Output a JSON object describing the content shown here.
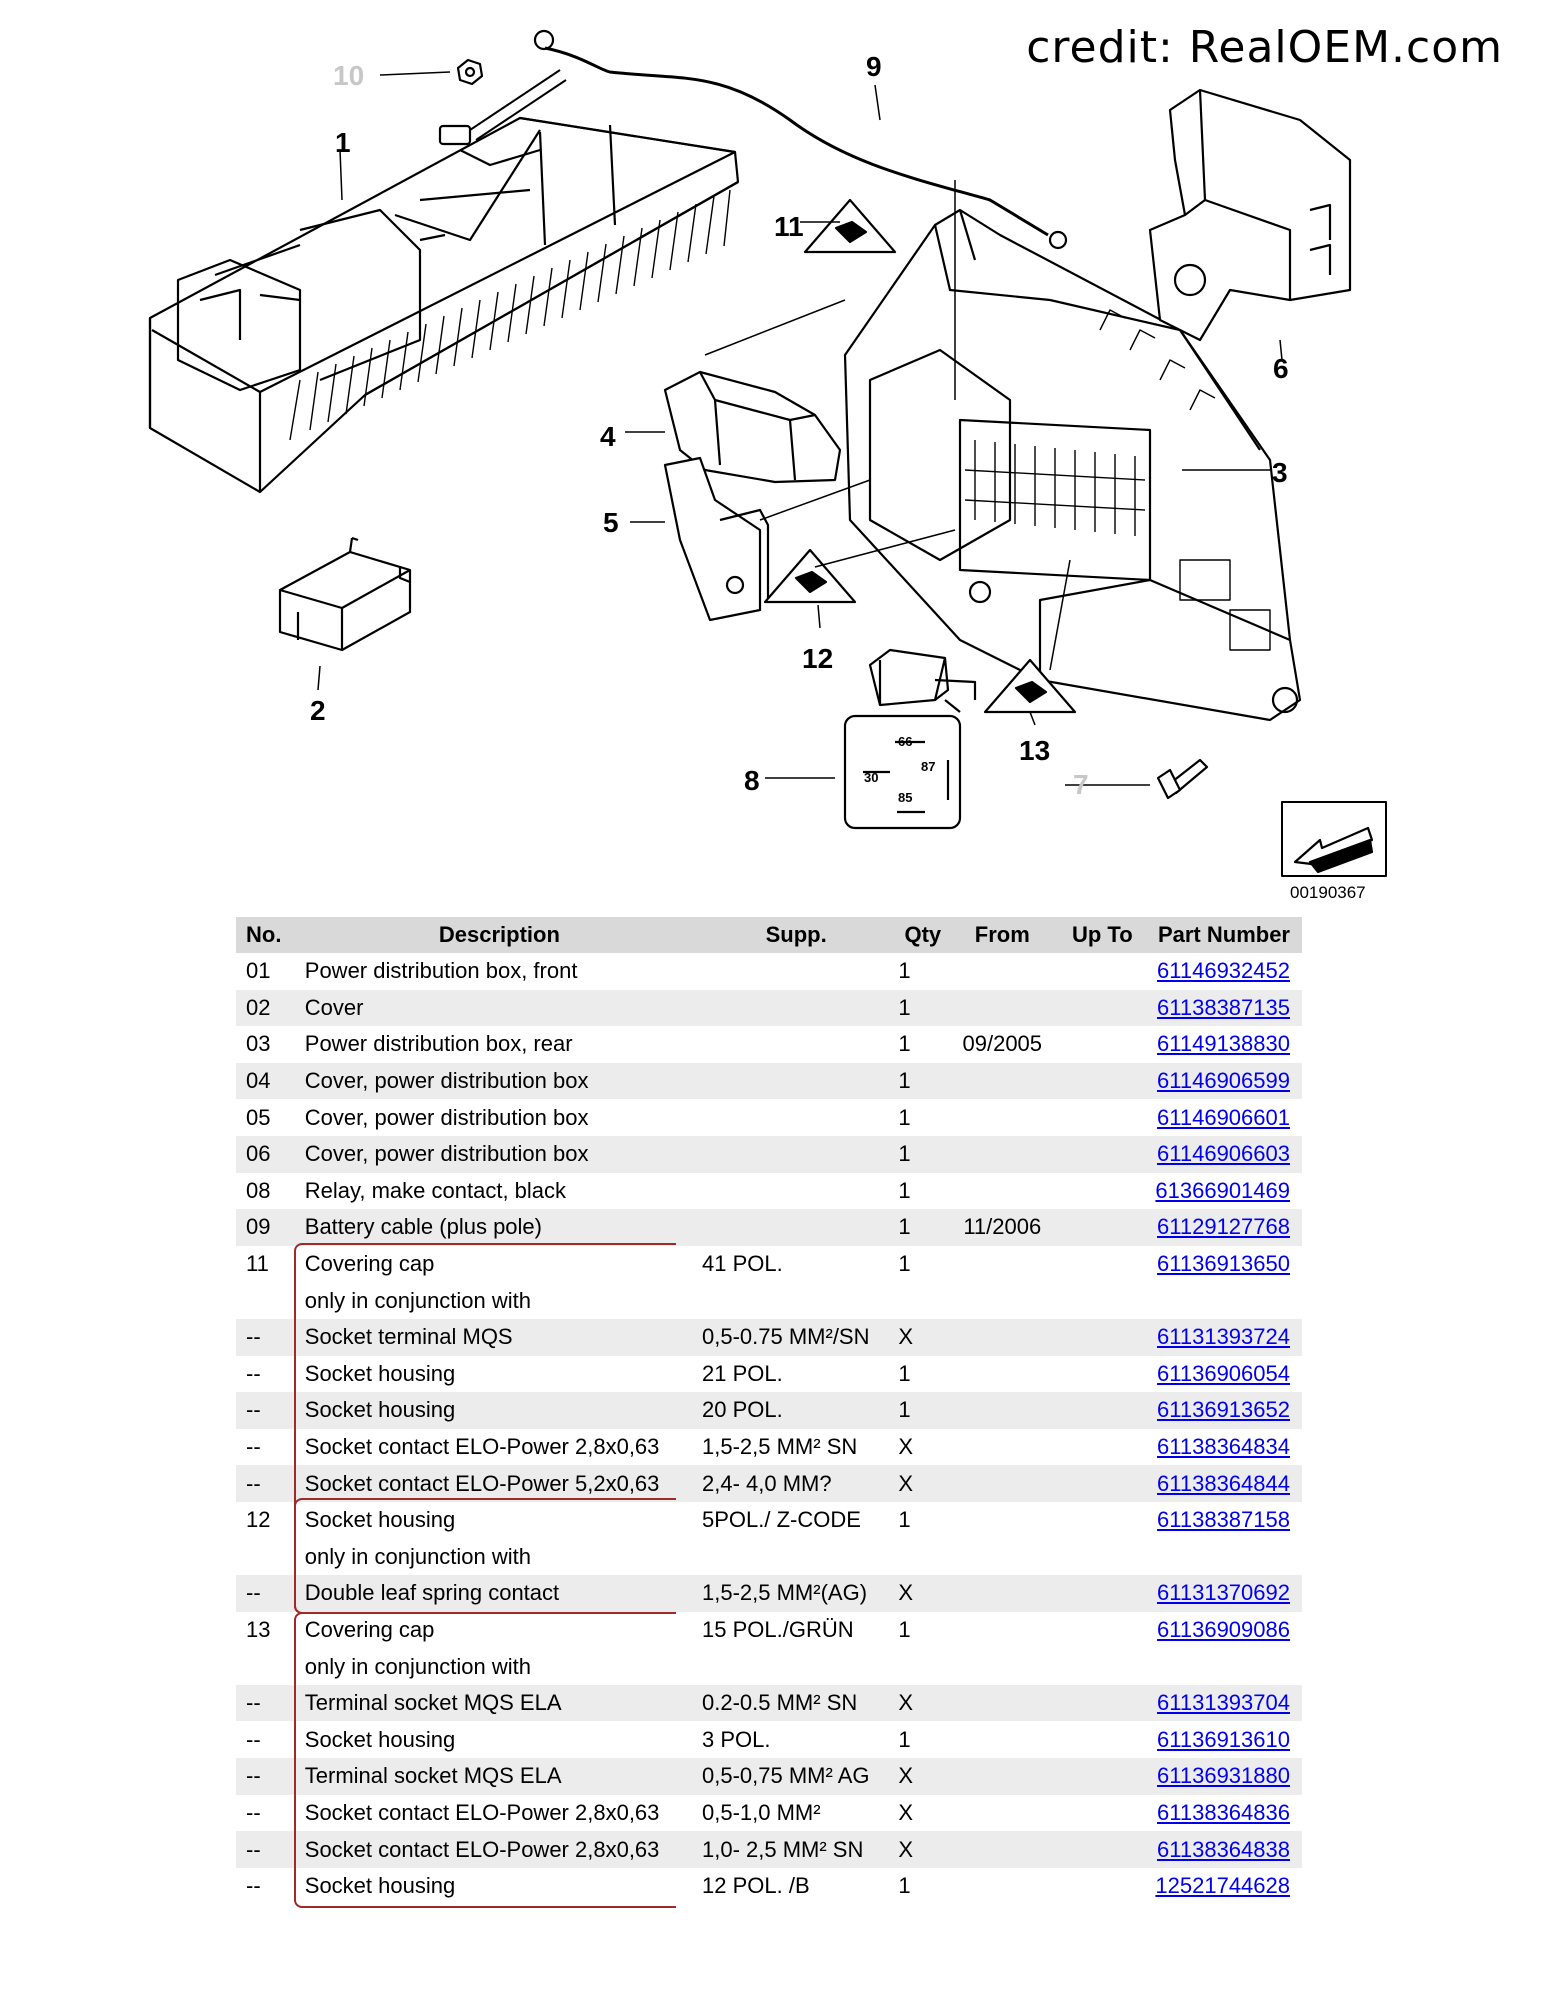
{
  "credit": "credit: RealOEM.com",
  "diagram_code": "00190367",
  "callouts": {
    "c1": "1",
    "c2": "2",
    "c3": "3",
    "c4": "4",
    "c5": "5",
    "c6": "6",
    "c7": "7",
    "c8": "8",
    "c9": "9",
    "c10": "10",
    "c11": "11",
    "c12": "12",
    "c13": "13"
  },
  "relay_pins": {
    "p66": "66",
    "p87": "87",
    "p30": "30",
    "p85": "85"
  },
  "colors": {
    "header_bg": "#d9d9d9",
    "row_alt": "#ececec",
    "link": "#0000ee",
    "bracket": "#9e2a2a"
  },
  "table": {
    "headers": {
      "no": "No.",
      "desc": "Description",
      "supp": "Supp.",
      "qty": "Qty",
      "from": "From",
      "upto": "Up To",
      "part": "Part Number"
    },
    "rows": [
      {
        "no": "01",
        "desc": "Power distribution box, front",
        "supp": "",
        "qty": "1",
        "from": "",
        "upto": "",
        "part": "61146932452"
      },
      {
        "no": "02",
        "desc": "Cover",
        "supp": "",
        "qty": "1",
        "from": "",
        "upto": "",
        "part": "61138387135"
      },
      {
        "no": "03",
        "desc": "Power distribution box, rear",
        "supp": "",
        "qty": "1",
        "from": "09/2005",
        "upto": "",
        "part": "61149138830"
      },
      {
        "no": "04",
        "desc": "Cover, power distribution box",
        "supp": "",
        "qty": "1",
        "from": "",
        "upto": "",
        "part": "61146906599"
      },
      {
        "no": "05",
        "desc": "Cover, power distribution box",
        "supp": "",
        "qty": "1",
        "from": "",
        "upto": "",
        "part": "61146906601"
      },
      {
        "no": "06",
        "desc": "Cover, power distribution box",
        "supp": "",
        "qty": "1",
        "from": "",
        "upto": "",
        "part": "61146906603"
      },
      {
        "no": "08",
        "desc": "Relay, make contact, black",
        "supp": "",
        "qty": "1",
        "from": "",
        "upto": "",
        "part": "61366901469"
      },
      {
        "no": "09",
        "desc": "Battery cable (plus pole)",
        "supp": "",
        "qty": "1",
        "from": "11/2006",
        "upto": "",
        "part": "61129127768"
      },
      {
        "no": "11",
        "desc": "Covering cap",
        "supp": "41 POL.",
        "qty": "1",
        "from": "",
        "upto": "",
        "part": "61136913650"
      },
      {
        "no": "",
        "desc": "only in conjunction with",
        "supp": "",
        "qty": "",
        "from": "",
        "upto": "",
        "part": ""
      },
      {
        "no": "--",
        "desc": "Socket terminal MQS",
        "supp": "0,5-0.75 MM²/SN",
        "qty": "X",
        "from": "",
        "upto": "",
        "part": "61131393724"
      },
      {
        "no": "--",
        "desc": "Socket housing",
        "supp": "21 POL.",
        "qty": "1",
        "from": "",
        "upto": "",
        "part": "61136906054"
      },
      {
        "no": "--",
        "desc": "Socket housing",
        "supp": "20 POL.",
        "qty": "1",
        "from": "",
        "upto": "",
        "part": "61136913652"
      },
      {
        "no": "--",
        "desc": "Socket contact ELO-Power 2,8x0,63",
        "supp": "1,5-2,5 MM² SN",
        "qty": "X",
        "from": "",
        "upto": "",
        "part": "61138364834"
      },
      {
        "no": "--",
        "desc": "Socket contact ELO-Power 5,2x0,63",
        "supp": "2,4- 4,0 MM?",
        "qty": "X",
        "from": "",
        "upto": "",
        "part": "61138364844"
      },
      {
        "no": "12",
        "desc": "Socket housing",
        "supp": "5POL./ Z-CODE",
        "qty": "1",
        "from": "",
        "upto": "",
        "part": "61138387158"
      },
      {
        "no": "",
        "desc": "only in conjunction with",
        "supp": "",
        "qty": "",
        "from": "",
        "upto": "",
        "part": ""
      },
      {
        "no": "--",
        "desc": "Double leaf spring contact",
        "supp": "1,5-2,5 MM²(AG)",
        "qty": "X",
        "from": "",
        "upto": "",
        "part": "61131370692"
      },
      {
        "no": "13",
        "desc": "Covering cap",
        "supp": "15 POL./GRÜN",
        "qty": "1",
        "from": "",
        "upto": "",
        "part": "61136909086"
      },
      {
        "no": "",
        "desc": "only in conjunction with",
        "supp": "",
        "qty": "",
        "from": "",
        "upto": "",
        "part": ""
      },
      {
        "no": "--",
        "desc": "Terminal socket MQS ELA",
        "supp": "0.2-0.5 MM² SN",
        "qty": "X",
        "from": "",
        "upto": "",
        "part": "61131393704"
      },
      {
        "no": "--",
        "desc": "Socket housing",
        "supp": "3 POL.",
        "qty": "1",
        "from": "",
        "upto": "",
        "part": "61136913610"
      },
      {
        "no": "--",
        "desc": "Terminal socket MQS ELA",
        "supp": "0,5-0,75 MM² AG",
        "qty": "X",
        "from": "",
        "upto": "",
        "part": "61136931880"
      },
      {
        "no": "--",
        "desc": "Socket contact ELO-Power 2,8x0,63",
        "supp": "0,5-1,0 MM²",
        "qty": "X",
        "from": "",
        "upto": "",
        "part": "61138364836"
      },
      {
        "no": "--",
        "desc": "Socket contact ELO-Power 2,8x0,63",
        "supp": "1,0- 2,5 MM² SN",
        "qty": "X",
        "from": "",
        "upto": "",
        "part": "61138364838"
      },
      {
        "no": "--",
        "desc": "Socket housing",
        "supp": "12 POL. /B",
        "qty": "1",
        "from": "",
        "upto": "",
        "part": "12521744628"
      }
    ]
  }
}
